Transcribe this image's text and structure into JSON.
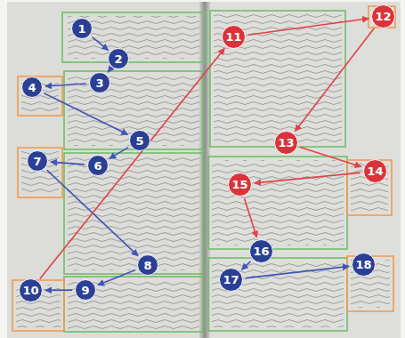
{
  "diagram": {
    "nodes": [
      {
        "text": [
          "1"
        ]
      },
      {
        "text": [
          "2"
        ]
      },
      {
        "text": [
          "3"
        ]
      },
      {
        "text": [
          "4"
        ]
      },
      {
        "text": [
          "5"
        ]
      },
      {
        "text": [
          "6"
        ]
      },
      {
        "text": [
          "7"
        ]
      },
      {
        "text": [
          "8"
        ]
      },
      {
        "text": [
          "9"
        ]
      },
      {
        "text": [
          "10"
        ]
      },
      {
        "text": [
          "11"
        ]
      },
      {
        "text": [
          "12"
        ]
      },
      {
        "text": [
          "13"
        ]
      },
      {
        "text": [
          "14"
        ]
      },
      {
        "text": [
          "15"
        ]
      },
      {
        "text": [
          "16"
        ]
      },
      {
        "text": [
          "17"
        ]
      },
      {
        "text": [
          "18"
        ]
      }
    ],
    "edges": [
      {
        "from": 0,
        "to": 1,
        "arrow": "to"
      },
      {
        "from": 1,
        "to": 2,
        "arrow": "to"
      },
      {
        "from": 2,
        "to": 3,
        "arrow": "to"
      },
      {
        "from": 3,
        "to": 4,
        "arrow": "to"
      },
      {
        "from": 4,
        "to": 5,
        "arrow": "to"
      },
      {
        "from": 5,
        "to": 6,
        "arrow": "to"
      },
      {
        "from": 6,
        "to": 7,
        "arrow": "to"
      },
      {
        "from": 7,
        "to": 8,
        "arrow": "to"
      },
      {
        "from": 8,
        "to": 9,
        "arrow": "to"
      },
      {
        "from": 9,
        "to": 10,
        "arrow": "to"
      },
      {
        "from": 10,
        "to": 11,
        "arrow": "to"
      },
      {
        "from": 11,
        "to": 12,
        "arrow": "to"
      },
      {
        "from": 12,
        "to": 13,
        "arrow": "to"
      },
      {
        "from": 13,
        "to": 14,
        "arrow": "to"
      },
      {
        "from": 14,
        "to": 15,
        "arrow": "to"
      },
      {
        "from": 15,
        "to": 16,
        "arrow": "to"
      },
      {
        "from": 16,
        "to": 17,
        "arrow": "to"
      }
    ]
  }
}
